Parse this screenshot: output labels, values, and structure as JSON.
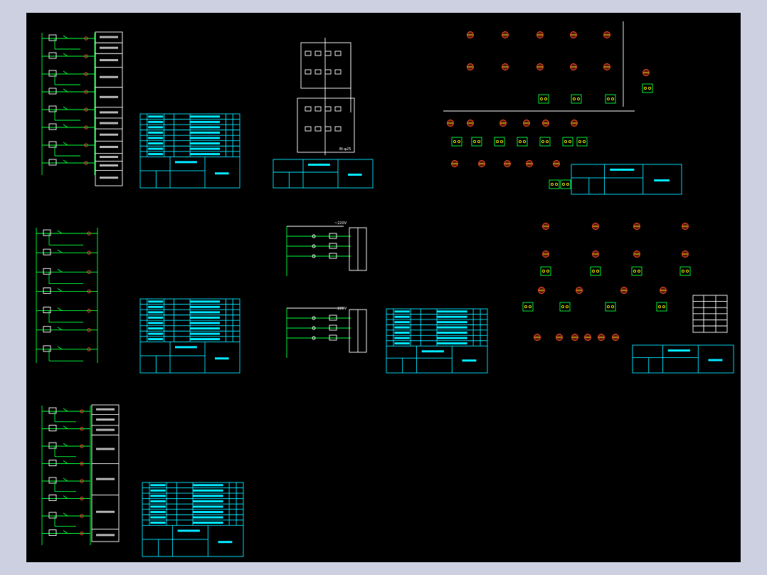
{
  "colors": {
    "wire": "#00ff3c",
    "table": "#00e5ff",
    "frame": "#ffffff",
    "text": "#f0f000",
    "lamp": "#ff4a2a",
    "background": "#000000"
  },
  "labels": {
    "voltage_1": "~220V",
    "voltage_2": "~220V",
    "cable_1": "BI-φ25"
  }
}
